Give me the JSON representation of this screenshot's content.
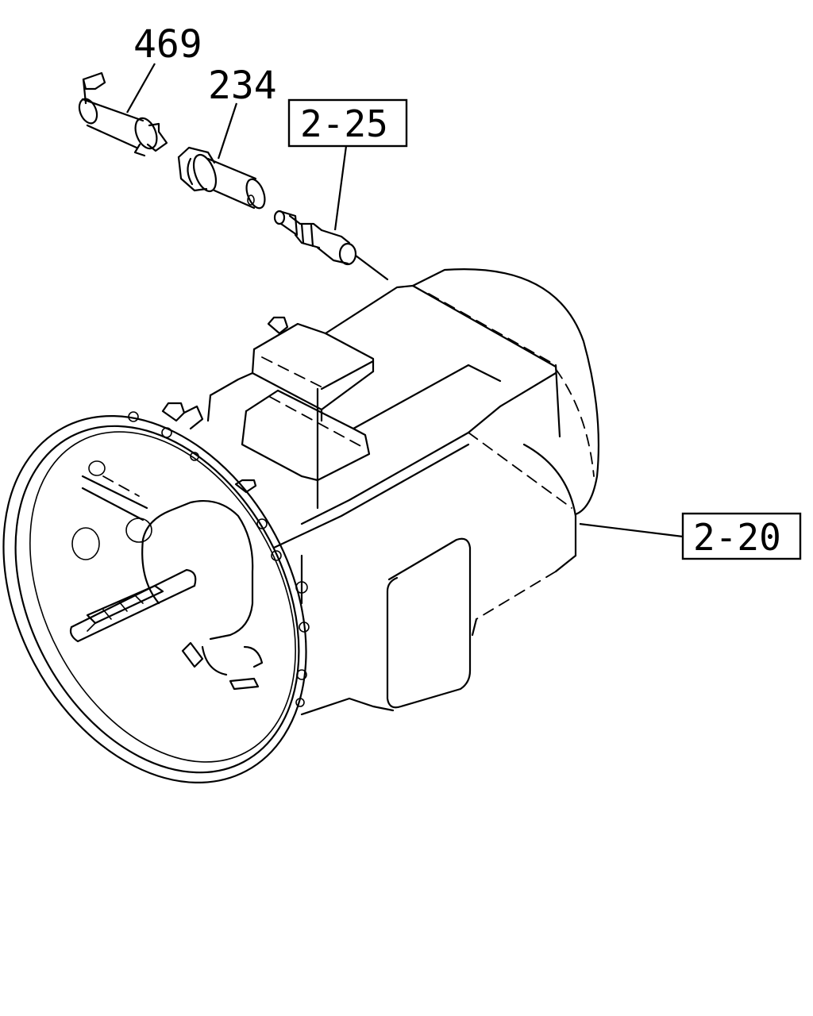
{
  "callouts": {
    "part_469": "469",
    "part_234": "234",
    "ref_2_25": "2-25",
    "ref_2_20": "2-20"
  }
}
